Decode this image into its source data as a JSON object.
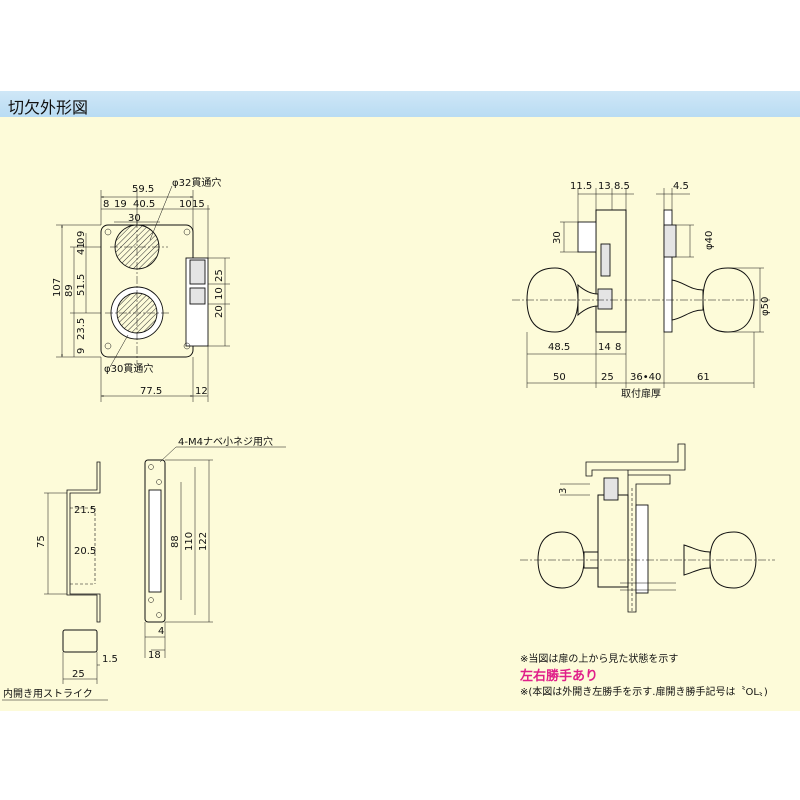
{
  "header": {
    "title": "切欠外形図"
  },
  "front_view": {
    "dims": {
      "d59_5": "59.5",
      "d8": "8",
      "d19": "19",
      "d40_5": "40.5",
      "d10": "10",
      "d15": "15",
      "d30": "30",
      "v9a": "9",
      "v41": "41",
      "v0": "0",
      "v107": "107",
      "v89": "89",
      "v51_5": "51.5",
      "v23_5": "23.5",
      "v9b": "9",
      "r25": "25",
      "r10": "10",
      "r20": "20",
      "b77_5": "77.5",
      "b12": "12"
    },
    "hole_top": "φ32貫通穴",
    "hole_bottom": "φ30貫通穴"
  },
  "side_view": {
    "dims": {
      "t11_5": "11.5",
      "t13": "13",
      "t8_5": "8.5",
      "t4_5": "4.5",
      "v30": "30",
      "phi40": "φ40",
      "phi50": "φ50",
      "b48_5": "48.5",
      "b14": "14",
      "b8": "8",
      "b50": "50",
      "b25": "25",
      "b36_40": "36•40",
      "b61": "61"
    },
    "door_thickness_label": "取付扉厚"
  },
  "strike": {
    "screw_label": "4-M4ナベ小ネジ用穴",
    "dims": {
      "d21_5": "21.5",
      "d75": "75",
      "d20_5": "20.5",
      "d88": "88",
      "d110": "110",
      "d122": "122",
      "d4": "4",
      "d18": "18",
      "d1_5": "1.5",
      "d25": "25"
    },
    "caption": "内開き用ストライク"
  },
  "top_view": {
    "dim_3": "3"
  },
  "notes": {
    "line1": "※当図は扉の上から見た状態を示す",
    "handed": "左右勝手あり",
    "line3": "※(本図は外開き左勝手を示す.扉開き勝手記号は〝OL〟)"
  },
  "colors": {
    "background": "#fdfbd9",
    "header": "#bfe0f5",
    "handed_note": "#e0208a"
  }
}
